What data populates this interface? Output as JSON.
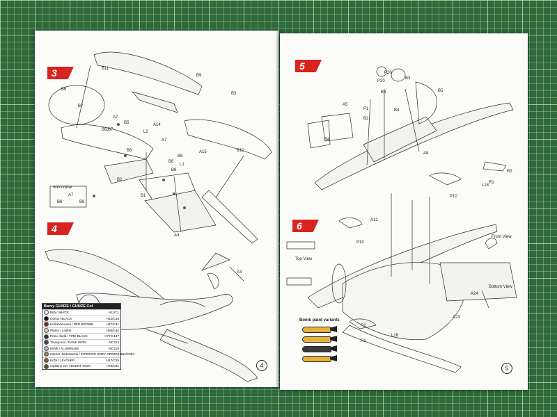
{
  "colors": {
    "mat_green": "#2e6a3c",
    "grid_line": "#cfe6c4",
    "paper": "#fbfbf9",
    "flag_red": "#d9231f",
    "line": "#2a2a2a"
  },
  "left_page": {
    "page_number": "4",
    "steps": [
      {
        "number": "3",
        "labels": [
          "B11",
          "B9",
          "B6",
          "B7",
          "B6,B7",
          "A7",
          "B5",
          "B8",
          "A14",
          "L2",
          "L1",
          "B3",
          "B1",
          "B2",
          "B10",
          "A15",
          "B8",
          "A7",
          "B6",
          "B8"
        ]
      },
      {
        "number": "4",
        "labels": [
          "A3",
          "A3"
        ]
      }
    ],
    "inset_title": "INFOVIEW",
    "inset_labels": [
      "A7",
      "B6",
      "B8"
    ],
    "color_table": {
      "header": "Barvy GUNZE / GUNZE Col",
      "rows": [
        {
          "name": "Bílá / WHITE",
          "code": "H11/C1"
        },
        {
          "name": "Černá / BLACK",
          "code": "H12/C33"
        },
        {
          "name": "Hnědočervená / RED BROWN",
          "code": "H47/C41"
        },
        {
          "name": "Plátno / LINEN",
          "code": "H85/C45"
        },
        {
          "name": "Pneu. šedá / TIRE BLACK",
          "code": "H77/C137"
        },
        {
          "name": "Tmavý kov / DARK IRON",
          "code": "MC214"
        },
        {
          "name": "Hliník / ALUMINIUM",
          "code": "MC218"
        },
        {
          "name": "Interiér. šedozelená / INTERIOR GREY GREEN",
          "code": "H364/C364"
        },
        {
          "name": "Kůže / LEATHER",
          "code": "H17/C29"
        },
        {
          "name": "Opálený kov / BURNT IRON",
          "code": "H76/C61"
        }
      ]
    }
  },
  "right_page": {
    "page_number": "5",
    "steps": [
      {
        "number": "5",
        "labels": [
          "P20",
          "P20",
          "B3",
          "A5",
          "B3",
          "P1",
          "B5",
          "B4",
          "B2",
          "B4",
          "A8",
          "R2",
          "R1",
          "L18",
          "P10"
        ]
      },
      {
        "number": "6",
        "labels": [
          "A12",
          "P10",
          "A24",
          "A23",
          "R2",
          "R1",
          "L18"
        ]
      }
    ],
    "view_labels": {
      "top": "Top View",
      "front": "Front View",
      "bottom": "Bottom View"
    },
    "bomb_section": {
      "title": "Bomb paint variants",
      "variants": [
        {
          "body": "#e7b23a"
        },
        {
          "body": "#e7b23a"
        },
        {
          "body": "#3a3a3a"
        },
        {
          "body": "#e7b23a"
        }
      ]
    }
  }
}
